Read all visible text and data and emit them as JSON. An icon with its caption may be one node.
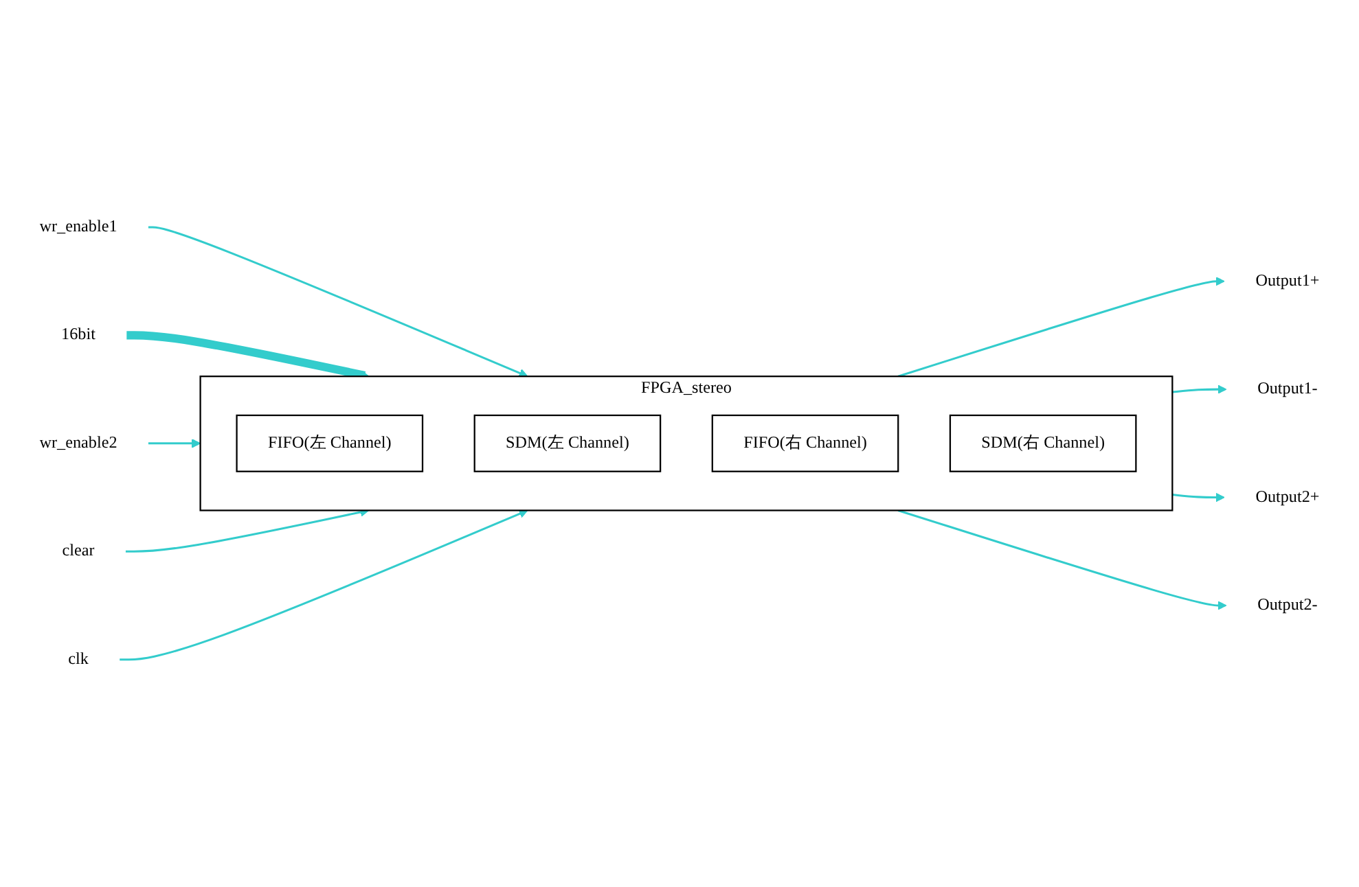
{
  "diagram": {
    "nodes": [
      {
        "text": [
          "FPGA_stereo"
        ]
      },
      {
        "text": [
          "FIFO(左 Channel)"
        ],
        "in": 0
      },
      {
        "text": [
          "SDM(左 Channel)"
        ],
        "in": 0
      },
      {
        "text": [
          "FIFO(右 Channel)"
        ],
        "in": 0
      },
      {
        "text": [
          "SDM(右 Channel)"
        ],
        "in": 0
      },
      {
        "text": [
          "wr_enable1"
        ]
      },
      {
        "text": [
          "16bit"
        ]
      },
      {
        "text": [
          "wr_enable2"
        ]
      },
      {
        "text": [
          "clear"
        ]
      },
      {
        "text": [
          "clk"
        ]
      },
      {
        "text": [
          "Output1+"
        ]
      },
      {
        "text": [
          "Output1-"
        ]
      },
      {
        "text": [
          "Output2+"
        ]
      },
      {
        "text": [
          "Output2-"
        ]
      }
    ],
    "edges": [
      {
        "from": 5,
        "to": 0,
        "arrow": "to"
      },
      {
        "from": 6,
        "to": 0,
        "arrow": "to",
        "style": "thick"
      },
      {
        "from": 7,
        "to": 0,
        "arrow": "to"
      },
      {
        "from": 8,
        "to": 0,
        "arrow": "to"
      },
      {
        "from": 9,
        "to": 0,
        "arrow": "to"
      },
      {
        "from": 0,
        "to": 10,
        "arrow": "to"
      },
      {
        "from": 0,
        "to": 11,
        "arrow": "to"
      },
      {
        "from": 0,
        "to": 12,
        "arrow": "to"
      },
      {
        "from": 0,
        "to": 13,
        "arrow": "to"
      }
    ]
  }
}
